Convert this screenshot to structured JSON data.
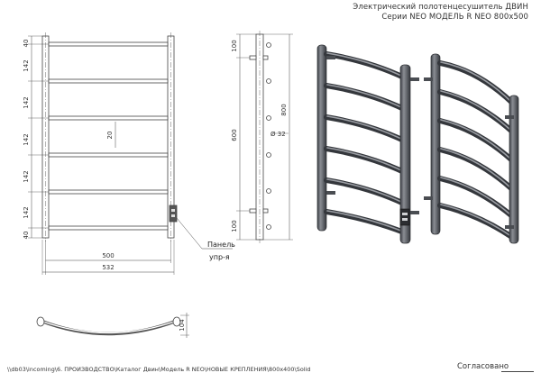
{
  "header": {
    "line1": "Электрический полотенцесушитель ДВИН",
    "line2": "Серии NEO МОДЕЛЬ R NEO 800x500"
  },
  "front_view": {
    "dim_top": "40",
    "dim_pitch": "142",
    "dim_bottom": "40",
    "dim_inner": "20",
    "dim_width_inner": "500",
    "dim_width_outer": "532",
    "callout_line1": "Панель",
    "callout_line2": "упр-я"
  },
  "side_view": {
    "dim_top": "100",
    "dim_height": "600",
    "dim_total": "800",
    "dim_diameter": "Ø 32",
    "dim_bottom": "100"
  },
  "top_view": {
    "dim_depth": "104"
  },
  "footer": {
    "path": "\\\\db03\\incoming\\6. ПРОИЗВОДСТВО\\Каталог Двин\\Модель R NEO\\НОВЫЕ КРЕПЛЕНИЯ\\800x400\\Solid",
    "approval": "Согласовано"
  }
}
